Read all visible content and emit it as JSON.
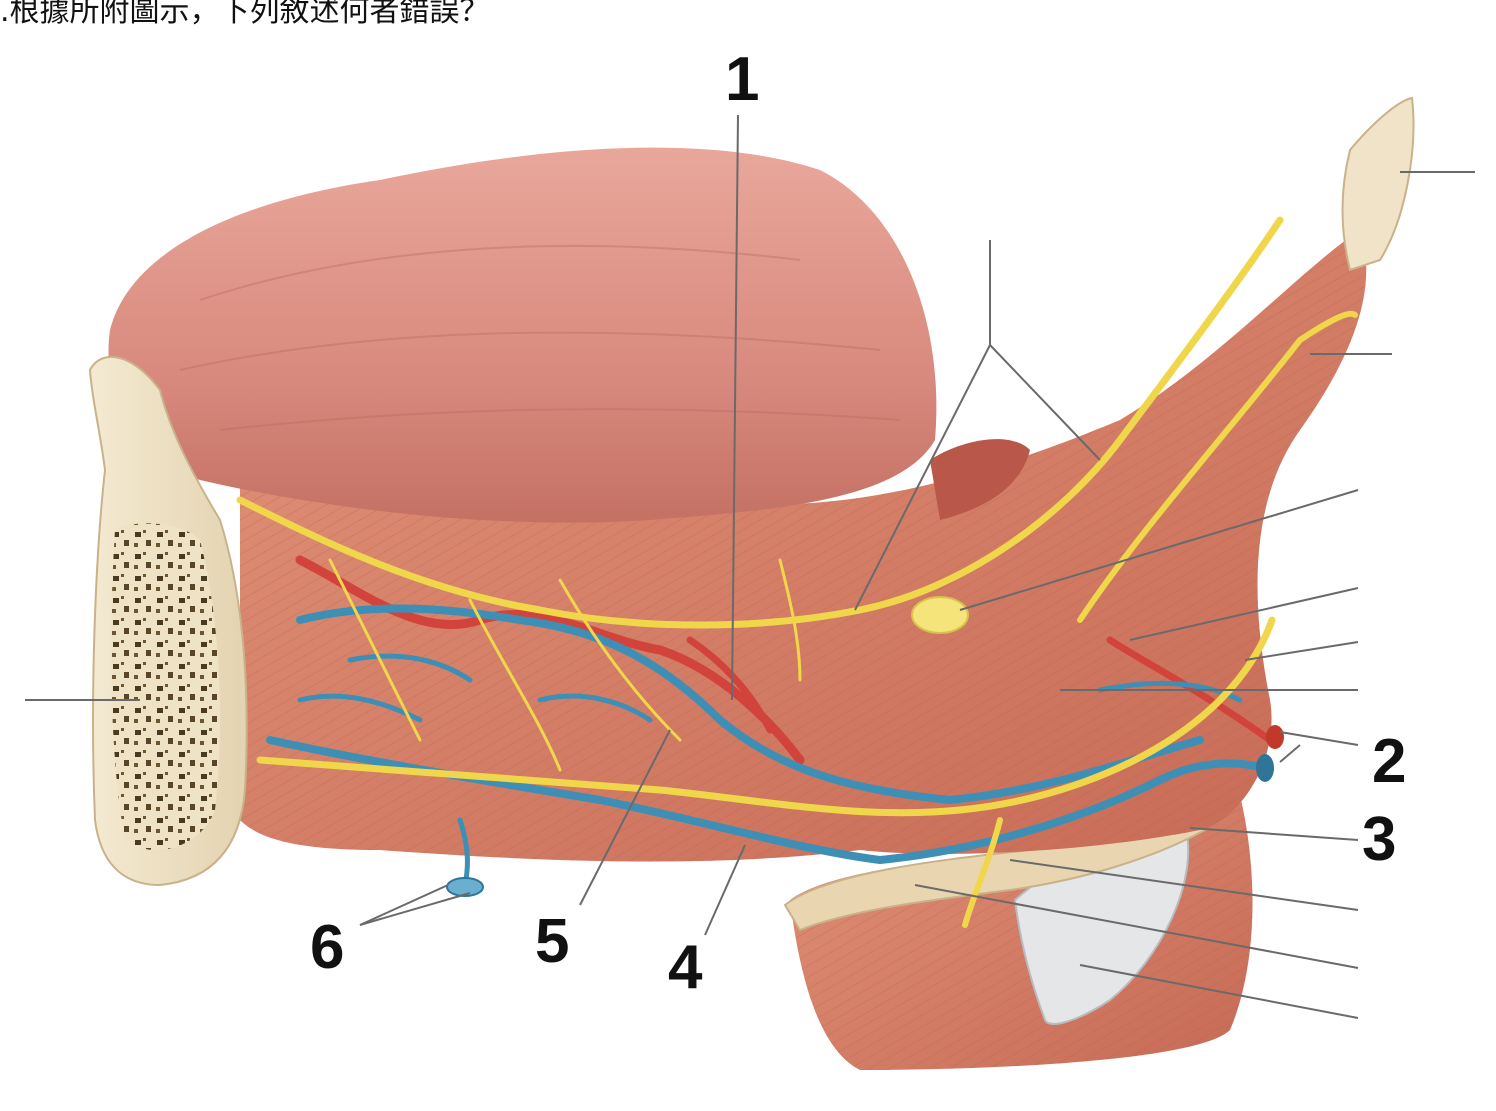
{
  "caption": ".根據所附圖示，下列敘述何者錯誤？",
  "callouts": [
    {
      "id": "1",
      "label": "1"
    },
    {
      "id": "2",
      "label": "2"
    },
    {
      "id": "3",
      "label": "3"
    },
    {
      "id": "4",
      "label": "4"
    },
    {
      "id": "5",
      "label": "5"
    },
    {
      "id": "6",
      "label": "6"
    }
  ],
  "colors": {
    "muscle": "#d9826a",
    "muscle_dark": "#b85e4a",
    "tongue": "#d98a7e",
    "bone": "#efe3c6",
    "nerve": "#f0d64a",
    "vein": "#3d8fb5",
    "artery": "#d2433c",
    "tendon": "#dfe2e4"
  }
}
